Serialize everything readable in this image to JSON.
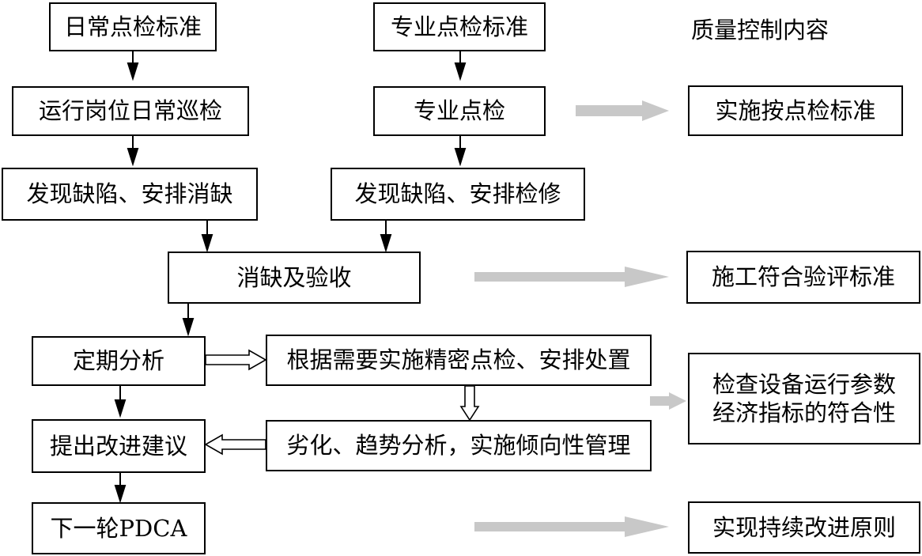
{
  "header": {
    "quality_title": "质量控制内容"
  },
  "nodes": {
    "daily_standard": "日常点检标准",
    "pro_standard": "专业点检标准",
    "daily_patrol": "运行岗位日常巡检",
    "pro_inspection": "专业点检",
    "found_defect_eliminate": "发现缺陷、安排消缺",
    "found_defect_repair": "发现缺陷、安排检修",
    "eliminate_accept": "消缺及验收",
    "periodic_analysis": "定期分析",
    "precision_inspection": "根据需要实施精密点检、安排处置",
    "propose_improvement": "提出改进建议",
    "deterioration_analysis": "劣化、趋势分析，实施倾向性管理",
    "next_pdca": "下一轮PDCA"
  },
  "quality": {
    "by_standard": "实施按点检标准",
    "construction_standard": "施工符合验评标准",
    "check_params_line1": "检查设备运行参数",
    "check_params_line2": "经济指标的符合性",
    "continuous_improvement": "实现持续改进原则"
  },
  "colors": {
    "line": "#000000",
    "gray_arrow": "#c8c8c8"
  }
}
